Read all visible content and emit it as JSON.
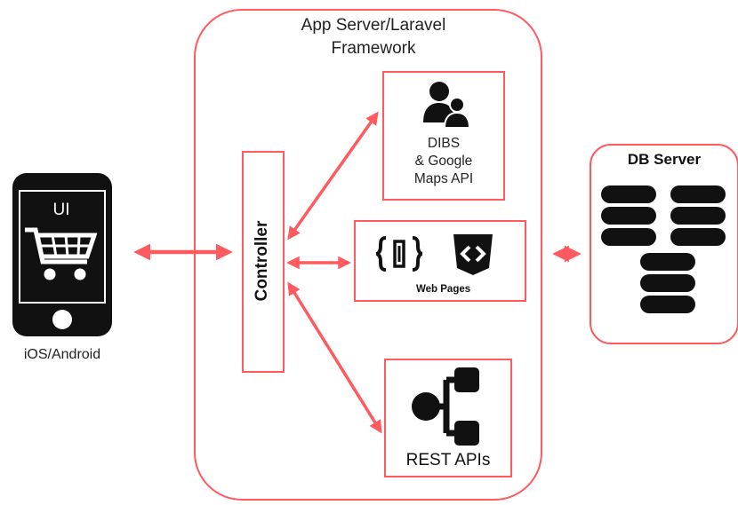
{
  "mobile": {
    "ui_label": "UI",
    "platform_label": "iOS/Android",
    "icons": [
      "smartphone-icon",
      "shopping-cart-icon"
    ]
  },
  "app_server": {
    "title": "App Server/Laravel Framework",
    "controller_label": "Controller",
    "services": [
      {
        "label": "DIBS\n& Google\nMaps API",
        "icon": "users-icon"
      },
      {
        "label": "Web Pages",
        "icons": [
          "code-brackets-icon",
          "html-code-icon"
        ]
      },
      {
        "label": "REST APIs",
        "icon": "network-hierarchy-icon"
      }
    ]
  },
  "db_server": {
    "title": "DB Server",
    "icon": "database-stack-icon"
  },
  "colors": {
    "accent": "#ff5a5f",
    "icon_dark": "#111111"
  }
}
